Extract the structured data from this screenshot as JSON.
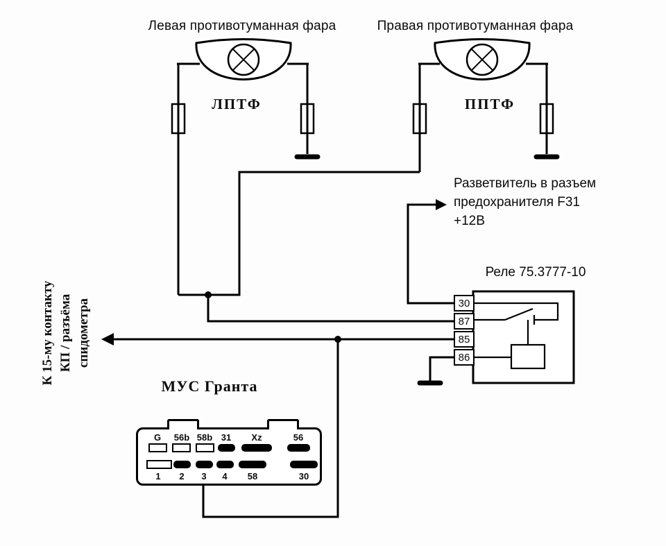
{
  "diagram": {
    "title_left_lamp": "Левая противотуманная фара",
    "title_right_lamp": "Правая противотуманная фара",
    "left_lamp_abbr": "ЛПТФ",
    "right_lamp_abbr": "ППТФ",
    "splitter_note": "Разветвитель в разъем\nпредохранителя F31\n+12В",
    "relay_label": "Реле 75.3777-10",
    "relay_pins": [
      "30",
      "87",
      "85",
      "86"
    ],
    "speedometer_note": "К 15-му контакту\nКП / разъёма\nспидометра",
    "muc_label": "МУС Гранта",
    "muc_top_pins": [
      "G",
      "56b",
      "58b",
      "31",
      "Xz",
      "56"
    ],
    "muc_bottom_pins": [
      "1",
      "2",
      "3",
      "4",
      "58",
      "30"
    ],
    "colors": {
      "line": "#000000",
      "background": "#fdfdfd"
    }
  }
}
